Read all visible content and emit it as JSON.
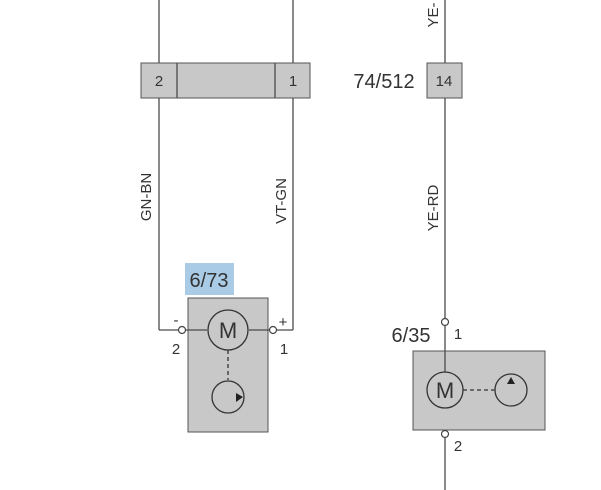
{
  "connector_left": {
    "pin_left": "2",
    "pin_right": "1"
  },
  "connector_right": {
    "label": "74/512",
    "pin": "14"
  },
  "wires": {
    "top_right": "YE-",
    "left_neg": "GN-BN",
    "left_pos": "VT-GN",
    "right": "YE-RD"
  },
  "component_left": {
    "label": "6/73",
    "terminal_neg_sign": "-",
    "terminal_pos_sign": "+",
    "terminal_neg_num": "2",
    "terminal_pos_num": "1",
    "motor_letter": "M"
  },
  "component_right": {
    "label": "6/35",
    "terminal_top_num": "1",
    "terminal_bottom_num": "2",
    "motor_letter": "M"
  }
}
